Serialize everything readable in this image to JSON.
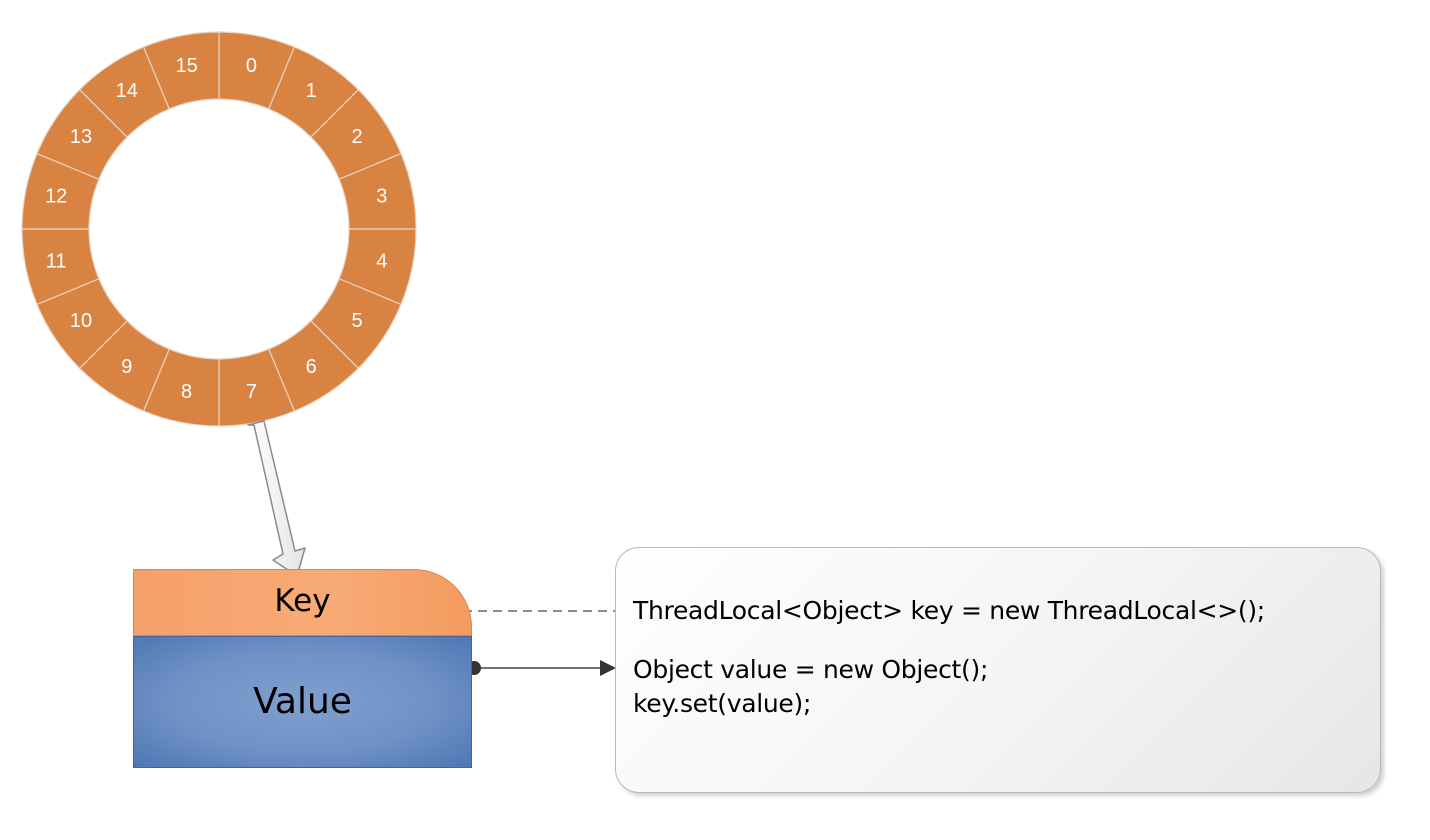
{
  "ring": {
    "slots": [
      "0",
      "1",
      "2",
      "3",
      "4",
      "5",
      "6",
      "7",
      "8",
      "9",
      "10",
      "11",
      "12",
      "13",
      "14",
      "15"
    ],
    "color": "#d98342"
  },
  "entry": {
    "key_label": "Key",
    "value_label": "Value",
    "key_color": "#f6a46f",
    "value_color": "#6f91c6"
  },
  "code": {
    "line1": "ThreadLocal<Object> key = new ThreadLocal<>();",
    "line2": "Object value = new Object();",
    "line3": "key.set(value);"
  }
}
